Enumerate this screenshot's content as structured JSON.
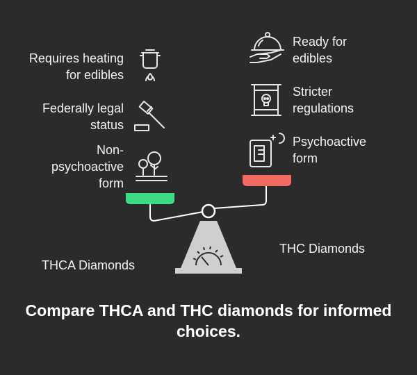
{
  "left": {
    "title": "THCA Diamonds",
    "accent": "#3ddc84",
    "items": [
      {
        "line1": "Requires heating",
        "line2": "for edibles",
        "icon": "pot-on-flame-icon"
      },
      {
        "line1": "Federally legal",
        "line2": "status",
        "icon": "gavel-icon"
      },
      {
        "line1": "Non-",
        "line2": "psychoactive",
        "line3": "form",
        "icon": "trees-icon"
      }
    ]
  },
  "right": {
    "title": "THC Diamonds",
    "accent": "#f26b63",
    "items": [
      {
        "line1": "Ready for",
        "line2": "edibles",
        "icon": "serving-cloche-icon"
      },
      {
        "line1": "Stricter",
        "line2": "regulations",
        "icon": "hazard-barrel-icon"
      },
      {
        "line1": "Psychoactive",
        "line2": "form",
        "icon": "phone-night-icon"
      }
    ]
  },
  "caption": {
    "line1": "Compare THCA and THC diamonds for informed",
    "line2": "choices."
  }
}
